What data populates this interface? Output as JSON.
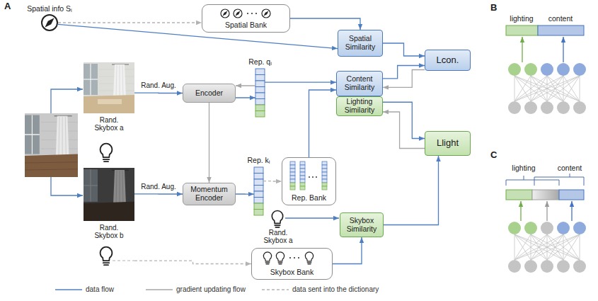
{
  "diagram": {
    "nodes": [
      {
        "text": [
          "Spatial info Sᵢ"
        ]
      },
      {
        "text": [
          "Spatial Bank"
        ]
      },
      {
        "text": [
          "Spatial Similarity"
        ]
      },
      {
        "text": [
          "Lcon."
        ]
      },
      {
        "text": [
          "Rand. Skybox a"
        ]
      },
      {
        "text": [
          "Encoder"
        ]
      },
      {
        "text": [
          "Rep. qᵢ"
        ]
      },
      {
        "text": [
          "Content Similarity"
        ]
      },
      {
        "text": [
          "Lighting Similarity"
        ]
      },
      {
        "text": [
          "Llight"
        ]
      },
      {
        "text": [
          "Rand. Skybox b"
        ]
      },
      {
        "text": [
          "Momentum Encoder"
        ]
      },
      {
        "text": [
          "Rep. kᵢ"
        ]
      },
      {
        "text": [
          "Rep. Bank"
        ]
      },
      {
        "text": [
          "Skybox Similarity"
        ]
      },
      {
        "text": [
          "Skybox Bank"
        ]
      }
    ],
    "edges": [
      {
        "from": 0,
        "to": 1,
        "arrow": "to"
      },
      {
        "from": 0,
        "to": 2,
        "arrow": "to"
      },
      {
        "from": 1,
        "to": 2,
        "arrow": "to"
      },
      {
        "from": 2,
        "to": 3,
        "arrow": "to"
      },
      {
        "from": 4,
        "to": 5,
        "label": "Rand. Aug.",
        "arrow": "to"
      },
      {
        "from": 5,
        "to": 6,
        "arrow": "to"
      },
      {
        "from": 6,
        "to": 5,
        "arrow": "to"
      },
      {
        "from": 6,
        "to": 7,
        "arrow": "to"
      },
      {
        "from": 7,
        "to": 3,
        "arrow": "to"
      },
      {
        "from": 3,
        "to": 7,
        "arrow": "to"
      },
      {
        "from": 8,
        "to": 9,
        "arrow": "to"
      },
      {
        "from": 9,
        "to": 8,
        "arrow": "to"
      },
      {
        "from": 14,
        "to": 9,
        "arrow": "to"
      },
      {
        "from": 15,
        "to": 14,
        "arrow": "to"
      },
      {
        "from": 5,
        "to": 11,
        "arrow": "to"
      },
      {
        "from": 10,
        "to": 11,
        "label": "Rand. Aug.",
        "arrow": "to"
      },
      {
        "from": 11,
        "to": 12,
        "arrow": "to"
      },
      {
        "from": 12,
        "to": 13,
        "arrow": "to"
      },
      {
        "from": 13,
        "to": 7,
        "arrow": "to"
      },
      {
        "from": 10,
        "to": 15,
        "arrow": "to"
      }
    ],
    "labels": [
      "A",
      "Rand. Skybox a",
      "B",
      "lighting",
      "content",
      "C",
      "lighting",
      "content"
    ],
    "legend": [
      {
        "text": "data flow"
      },
      {
        "text": "gradient updating flow"
      },
      {
        "text": "data sent into the dictionary"
      }
    ]
  }
}
